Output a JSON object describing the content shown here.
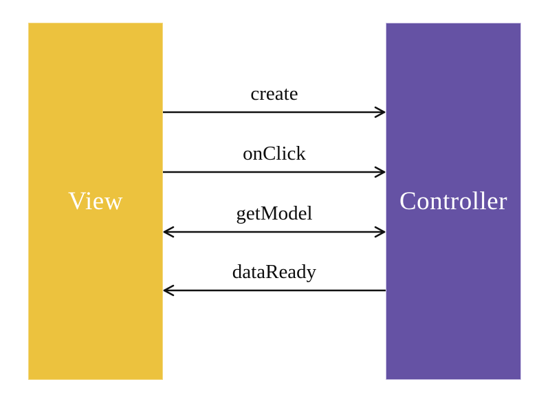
{
  "diagram": {
    "type": "sequence-message-diagram",
    "left_box": {
      "label": "View",
      "fill": "#ECC23E",
      "text_color": "#FFFFFF"
    },
    "right_box": {
      "label": "Controller",
      "fill": "#6552A4",
      "text_color": "#FFFFFF"
    },
    "arrow_color": "#111111",
    "messages": [
      {
        "label": "create",
        "direction": "right",
        "from": "View",
        "to": "Controller"
      },
      {
        "label": "onClick",
        "direction": "right",
        "from": "View",
        "to": "Controller"
      },
      {
        "label": "getModel",
        "direction": "both",
        "from": "View",
        "to": "Controller"
      },
      {
        "label": "dataReady",
        "direction": "left",
        "from": "Controller",
        "to": "View"
      }
    ]
  }
}
